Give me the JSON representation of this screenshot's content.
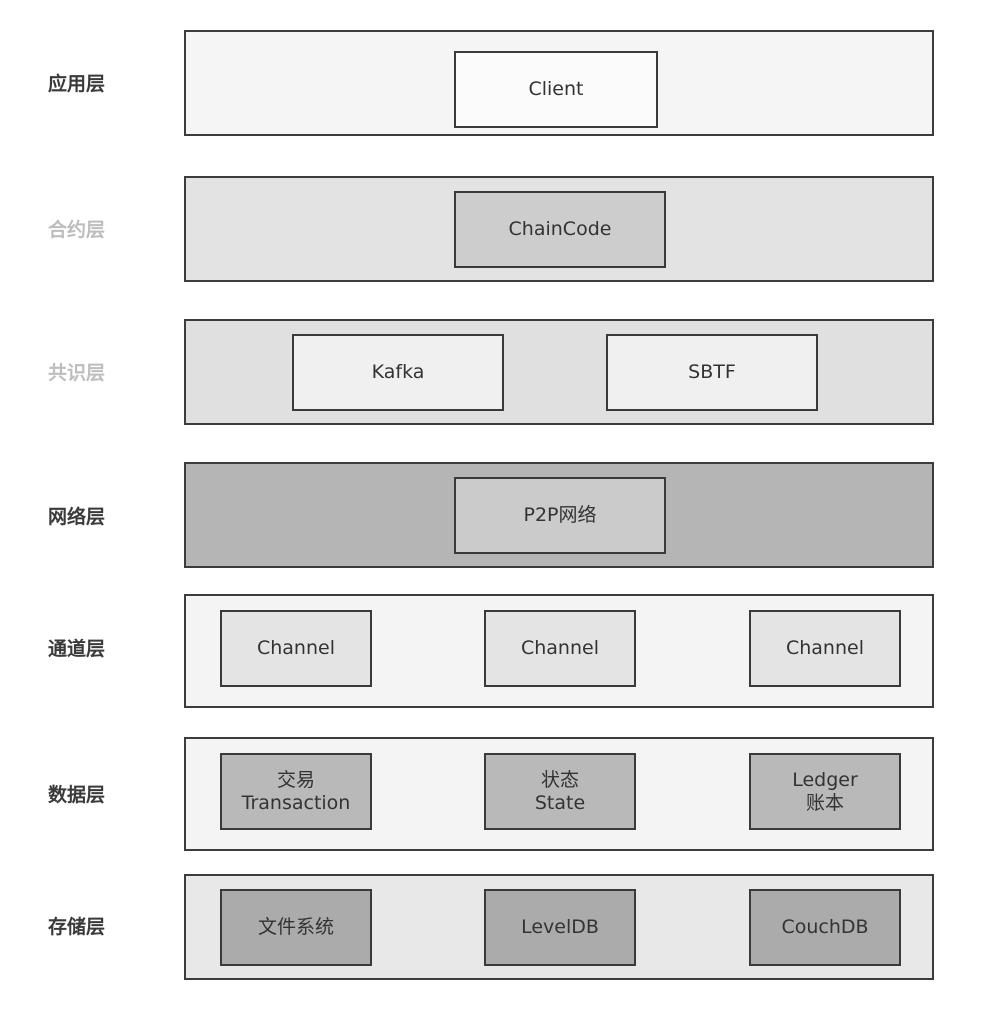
{
  "layers": [
    {
      "label": "应用层",
      "fill": "#f5f5f5",
      "label_color": "#3a3a3a",
      "boxes": [
        {
          "lines": [
            "Client"
          ],
          "fill": "#fbfbfb"
        }
      ]
    },
    {
      "label": "合约层",
      "fill": "#e3e3e3",
      "label_color": "#bdbdbd",
      "boxes": [
        {
          "lines": [
            "ChainCode"
          ],
          "fill": "#cdcdcd"
        }
      ]
    },
    {
      "label": "共识层",
      "fill": "#e0e0e0",
      "label_color": "#bdbdbd",
      "boxes": [
        {
          "lines": [
            "Kafka"
          ],
          "fill": "#f0f0f0"
        },
        {
          "lines": [
            "SBTF"
          ],
          "fill": "#f0f0f0"
        }
      ]
    },
    {
      "label": "网络层",
      "fill": "#b5b5b5",
      "label_color": "#3a3a3a",
      "boxes": [
        {
          "lines": [
            "P2P网络"
          ],
          "fill": "#cbcbcb"
        }
      ]
    },
    {
      "label": "通道层",
      "fill": "#f4f4f4",
      "label_color": "#3a3a3a",
      "boxes": [
        {
          "lines": [
            "Channel"
          ],
          "fill": "#e4e4e4"
        },
        {
          "lines": [
            "Channel"
          ],
          "fill": "#e4e4e4"
        },
        {
          "lines": [
            "Channel"
          ],
          "fill": "#e4e4e4"
        }
      ]
    },
    {
      "label": "数据层",
      "fill": "#f4f4f4",
      "label_color": "#3a3a3a",
      "boxes": [
        {
          "lines": [
            "交易",
            "Transaction"
          ],
          "fill": "#b9b9b9"
        },
        {
          "lines": [
            "状态",
            "State"
          ],
          "fill": "#b9b9b9"
        },
        {
          "lines": [
            "Ledger",
            "账本"
          ],
          "fill": "#b9b9b9"
        }
      ]
    },
    {
      "label": "存储层",
      "fill": "#e8e8e8",
      "label_color": "#3a3a3a",
      "boxes": [
        {
          "lines": [
            "文件系统"
          ],
          "fill": "#ababab"
        },
        {
          "lines": [
            "LevelDB"
          ],
          "fill": "#ababab"
        },
        {
          "lines": [
            "CouchDB"
          ],
          "fill": "#ababab"
        }
      ]
    }
  ]
}
